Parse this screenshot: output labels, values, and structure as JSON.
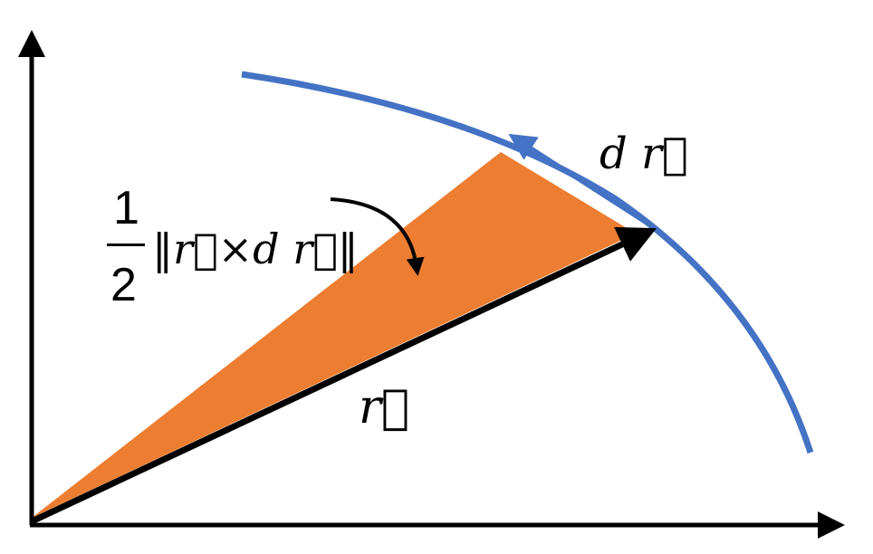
{
  "labels": {
    "dr": "d r⃗",
    "r": "r⃗",
    "fraction_numerator": "1",
    "fraction_denominator": "2",
    "norm_expression": "‖r⃗×d r⃗‖"
  },
  "colors": {
    "curve": "#4472C4",
    "area": "#ED7D31",
    "axes": "#000000"
  }
}
